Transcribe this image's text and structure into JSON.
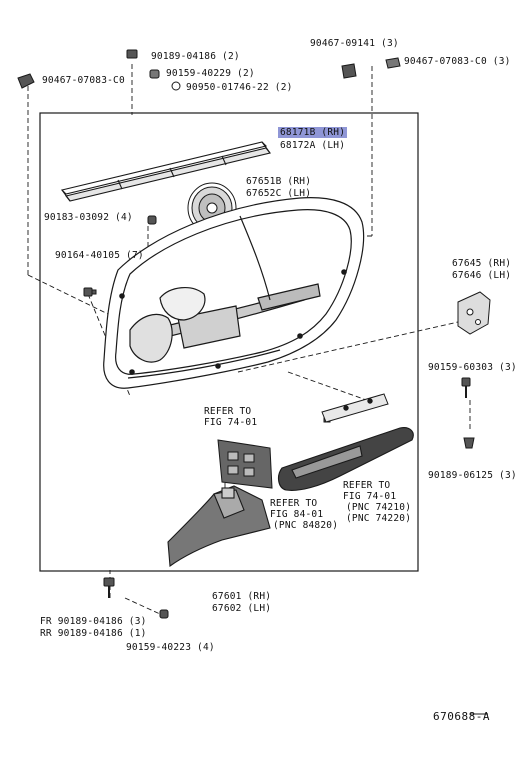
{
  "labels": {
    "p1": "90189-04186 (2)",
    "p2": "90159-40229 (2)",
    "p3": "90950-01746-22 (2)",
    "p4": "90467-07083-C0",
    "p5": "90467-09141 (3)",
    "p6": "90467-07083-C0 (3)",
    "p7_rh": "68171B (RH)",
    "p7_lh": "68172A (LH)",
    "p8_rh": "67651B (RH)",
    "p8_lh": "67652C (LH)",
    "p9": "90183-03092 (4)",
    "p10": "90164-40105 (7)",
    "p11_rh": "67645 (RH)",
    "p11_lh": "67646 (LH)",
    "p12": "90159-60303 (3)",
    "p13": "90189-06125 (3)",
    "ref1_a": "REFER TO",
    "ref1_b": "FIG 74-01",
    "ref2_a": "REFER TO",
    "ref2_b": "FIG 84-01",
    "ref2_c": "(PNC 84820)",
    "ref3_a": "REFER TO",
    "ref3_b": "FIG 74-01",
    "ref3_c": "(PNC 74210)",
    "ref3_d": "(PNC 74220)",
    "p14_rh": "67601 (RH)",
    "p14_lh": "67602 (LH)",
    "p15_fr": "FR  90189-04186 (3)",
    "p15_rr": "RR  90189-04186 (1)",
    "p16": "90159-40223 (4)"
  },
  "drawing_code": "670688-A",
  "colors": {
    "line": "#1a1a1a",
    "highlight": "#8f96d6",
    "shade": "#555555"
  }
}
